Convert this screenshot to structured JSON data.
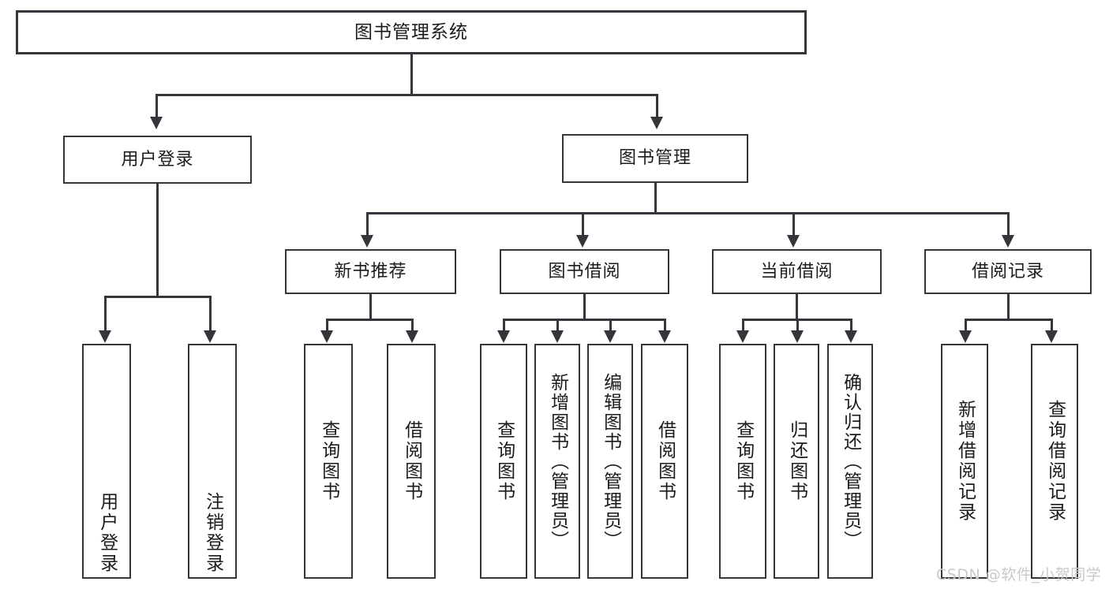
{
  "diagram": {
    "title": "图书管理系统",
    "type": "hierarchy-tree",
    "colors": {
      "box_border": "#33363b",
      "box_fill": "#ffffff",
      "connector": "#33363b",
      "text": "#1b1b1b",
      "watermark": "#c9c9c9",
      "background": "#ffffff"
    },
    "root": {
      "label": "图书管理系统"
    },
    "level2": [
      {
        "label": "用户登录"
      },
      {
        "label": "图书管理"
      }
    ],
    "level3": [
      {
        "label": "新书推荐"
      },
      {
        "label": "图书借阅"
      },
      {
        "label": "当前借阅"
      },
      {
        "label": "借阅记录"
      }
    ],
    "leaves": {
      "user_login": [
        {
          "label": "用户登录"
        },
        {
          "label": "注销登录"
        }
      ],
      "new_book_recommend": [
        {
          "label": "查询图书"
        },
        {
          "label": "借阅图书"
        }
      ],
      "book_borrow": [
        {
          "label": "查询图书"
        },
        {
          "label": "新增图书（管理员）"
        },
        {
          "label": "编辑图书（管理员）"
        },
        {
          "label": "借阅图书"
        }
      ],
      "current_borrow": [
        {
          "label": "查询图书"
        },
        {
          "label": "归还图书"
        },
        {
          "label": "确认归还（管理员）"
        }
      ],
      "borrow_record": [
        {
          "label": "新增借阅记录"
        },
        {
          "label": "查询借阅记录"
        }
      ]
    },
    "watermark": "CSDN @软件_小贺同学"
  }
}
